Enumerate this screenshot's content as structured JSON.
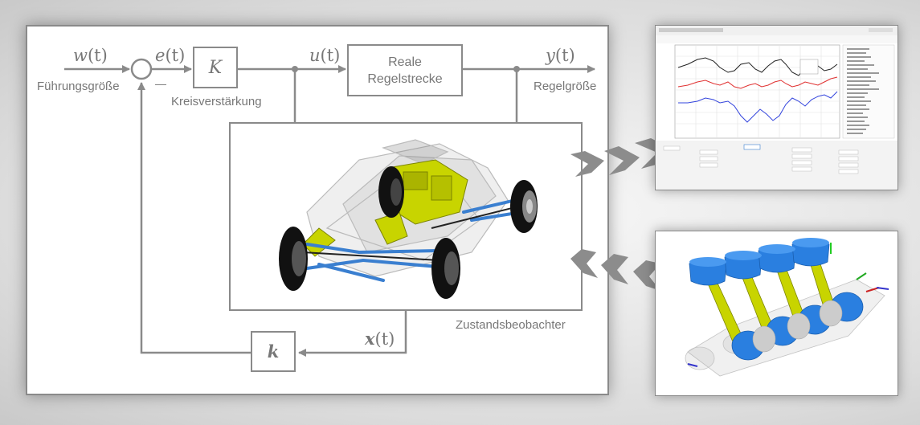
{
  "block_diagram": {
    "signals": {
      "reference": {
        "symbol": "w",
        "arg": "(t)"
      },
      "error": {
        "symbol": "e",
        "arg": "(t)"
      },
      "control": {
        "symbol": "u",
        "arg": "(t)"
      },
      "output": {
        "symbol": "y",
        "arg": "(t)"
      },
      "state": {
        "symbol": "x",
        "arg": "(t)"
      }
    },
    "labels": {
      "reference_name": "Führungsgröße",
      "gain_name": "Kreisverstärkung",
      "output_name": "Regelgröße",
      "observer_name": "Zustandsbeobachter",
      "minus_sign": "—"
    },
    "blocks": {
      "gain_symbol": "K",
      "plant_line1": "Reale",
      "plant_line2": "Regelstrecke",
      "feedback_symbol": "k"
    }
  },
  "colors": {
    "line": "#8a8a8a",
    "text": "#777777",
    "chevron": "#8c8c8c",
    "plot_black": "#222222",
    "plot_red": "#e03030",
    "plot_blue": "#3344dd",
    "engine_blue": "#2a7fe0",
    "engine_yellow": "#c8d400"
  }
}
